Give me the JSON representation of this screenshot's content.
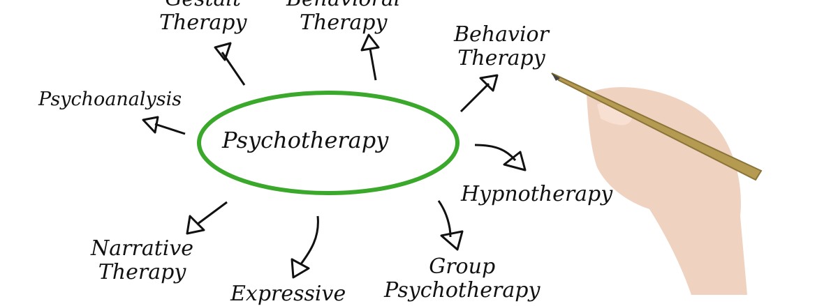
{
  "diagram": {
    "center": "Psychotherapy",
    "accent_color": "#3aa82a",
    "branches": [
      {
        "line1": "Gestalt",
        "line2": "Therapy"
      },
      {
        "line1": "Behavioral",
        "line2": "Therapy"
      },
      {
        "line1": "Behavior",
        "line2": "Therapy"
      },
      {
        "line1": "Psychoanalysis",
        "line2": ""
      },
      {
        "line1": "Hypnotherapy",
        "line2": ""
      },
      {
        "line1": "Narrative",
        "line2": "Therapy"
      },
      {
        "line1": "Expressive",
        "line2": ""
      },
      {
        "line1": "Group",
        "line2": "Psychotherapy"
      }
    ]
  }
}
